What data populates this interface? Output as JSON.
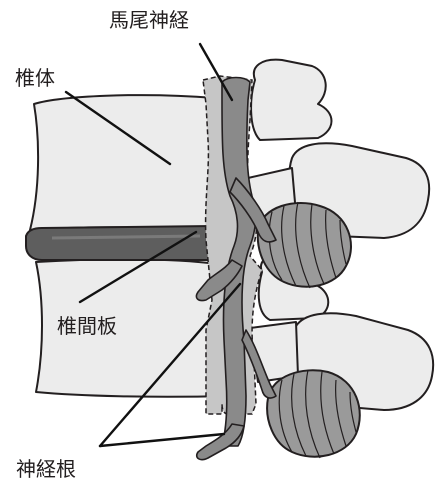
{
  "labels": {
    "cauda_equina": "馬尾神経",
    "vertebral_body": "椎体",
    "intervertebral_disc": "椎間板",
    "nerve_root": "神経根"
  },
  "colors": {
    "outline": "#231f20",
    "bone_fill": "#ececec",
    "disc_fill": "#5e5e5e",
    "nerve_fill": "#8a8a8a",
    "dura_fill": "#c6c6c6",
    "ganglion_fill": "#9a9a9a",
    "leader_line": "#111111"
  }
}
